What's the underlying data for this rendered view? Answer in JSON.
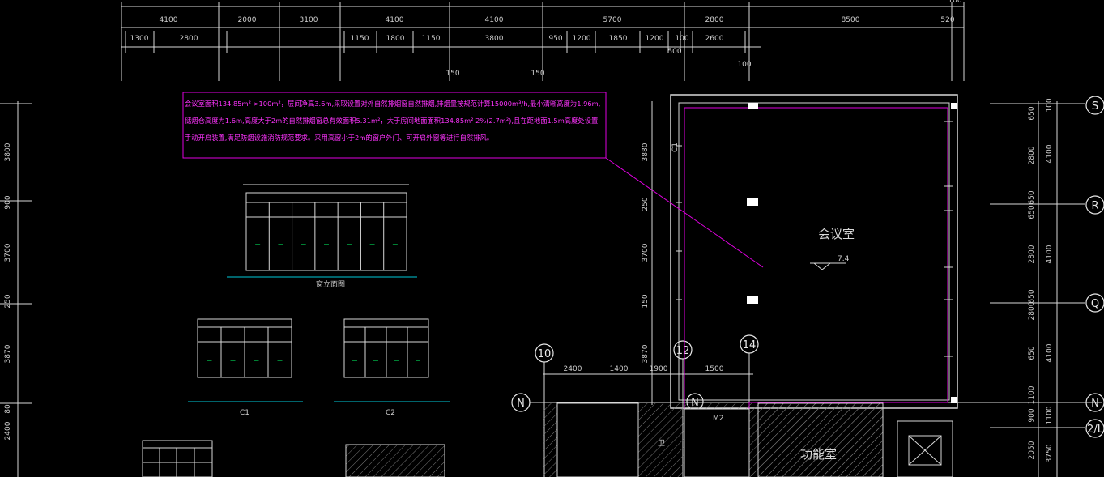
{
  "top_dims_row1": [
    "4100",
    "2000",
    "3100",
    "4100",
    "4100",
    "5700",
    "2800",
    "8500",
    "520"
  ],
  "top_dims_row2": [
    "1300",
    "2800",
    "1150",
    "1800",
    "1150",
    "3800",
    "950",
    "1200",
    "1850",
    "1200",
    "100",
    "2600"
  ],
  "top_dims_extra": [
    "150",
    "150",
    "500",
    "100",
    "100"
  ],
  "left_dims": [
    "3800",
    "900",
    "3700",
    "250",
    "3870",
    "80",
    "2400"
  ],
  "right_dims_inner": [
    "650",
    "2800",
    "650",
    "650",
    "2800",
    "650",
    "2800",
    "650",
    "1100",
    "900",
    "2050"
  ],
  "right_dims_outer": [
    "100",
    "4100",
    "4100",
    "4100",
    "1100",
    "3750"
  ],
  "plan_left_dims": [
    "3880",
    "250",
    "3700",
    "150",
    "3870"
  ],
  "grid_rows": [
    "S",
    "R",
    "Q",
    "N",
    "2/L"
  ],
  "grid_cols": [
    "10",
    "12",
    "14"
  ],
  "grid_n_left": "N",
  "bottom_dims": [
    "2400",
    "1400",
    "1900",
    "1500"
  ],
  "note_text": "会议室面积134.85m² >100m²，层间净高3.6m,采取设置对外自然排烟窗自然排烟,排烟量按规范计算15000m³/h,最小清晰高度为1.96m,储烟仓高度为1.6m,高度大于2m的自然排烟窗总有效面积5.31m²，大于房间地面面积134.85m² 2%(2.7m²),且在距地面1.5m高度处设置手动开启装置,满足防烟设施消防规范要求。采用高窗小于2m的窗户外门、可开启外窗等进行自然排风。",
  "room_name": "会议室",
  "room_level": "7.4",
  "room2_name": "功能室",
  "toilet_label": "卫",
  "door_tag": "M2",
  "window_tag": "C1",
  "elev_labels": [
    "窗立面图",
    "C1",
    "C2"
  ],
  "colors": {
    "magenta": "#e000e0",
    "green": "#00ff66",
    "cyan": "#00c8d8",
    "white": "#d8d8d8"
  }
}
